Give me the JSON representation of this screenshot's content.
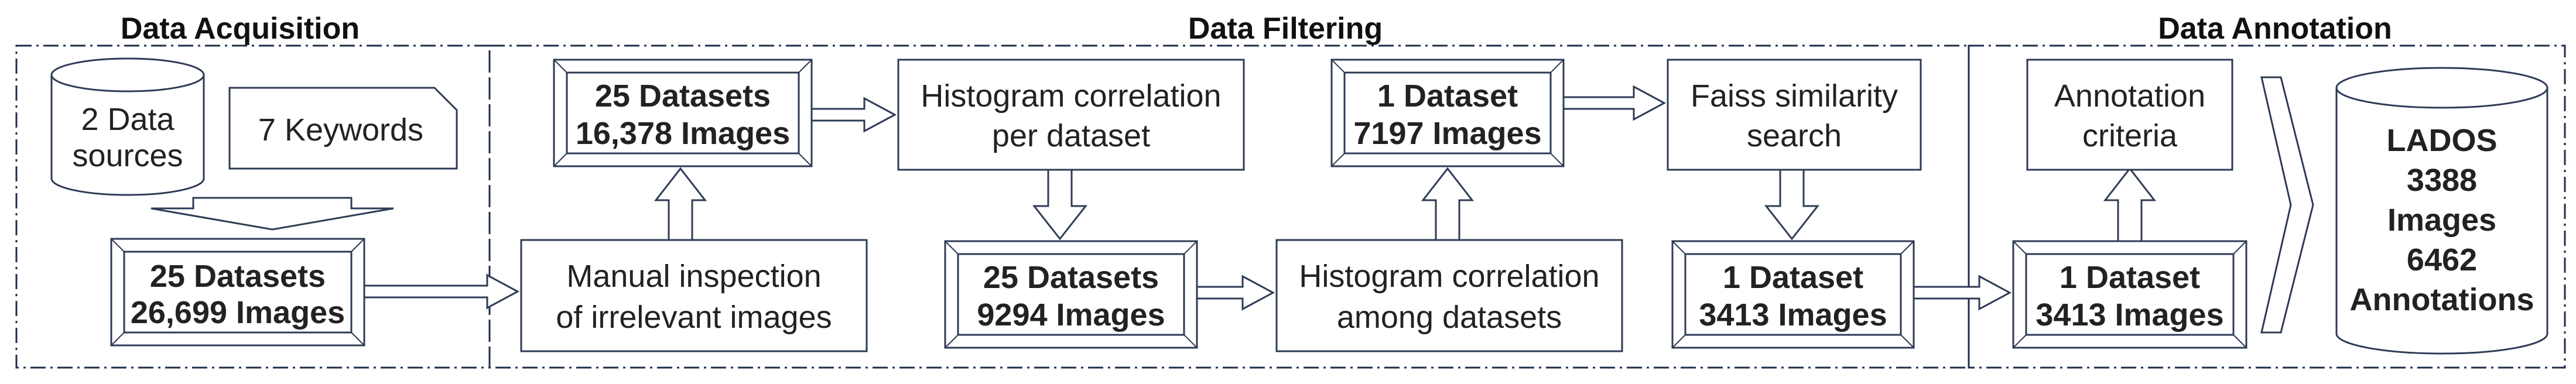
{
  "sections": {
    "acquisition": "Data Acquisition",
    "filtering": "Data Filtering",
    "annotation": "Data Annotation"
  },
  "nodes": {
    "data_sources": [
      "2 Data",
      "sources"
    ],
    "keywords": "7 Keywords",
    "acq_datasets": [
      "25 Datasets",
      "26,699 Images"
    ],
    "manual_inspection": [
      "Manual inspection",
      "of irrelevant images"
    ],
    "filter1_datasets": [
      "25 Datasets",
      "16,378 Images"
    ],
    "hist_per_dataset": [
      "Histogram correlation",
      "per dataset"
    ],
    "filter2_datasets": [
      "25 Datasets",
      "9294 Images"
    ],
    "hist_among": [
      "Histogram correlation",
      "among datasets"
    ],
    "filter3_dataset": [
      "1 Dataset",
      "7197 Images"
    ],
    "faiss": [
      "Faiss similarity",
      "search"
    ],
    "filter4_dataset": [
      "1 Dataset",
      "3413 Images"
    ],
    "annot_dataset": [
      "1 Dataset",
      "3413 Images"
    ],
    "annotation_criteria": [
      "Annotation",
      "criteria"
    ],
    "lados": [
      "LADOS",
      "3388",
      "Images",
      "6462",
      "Annotations"
    ]
  },
  "colors": {
    "stroke": "#2e3b55",
    "frame": "#1f2d4d",
    "text": "#222222",
    "background": "#ffffff"
  }
}
